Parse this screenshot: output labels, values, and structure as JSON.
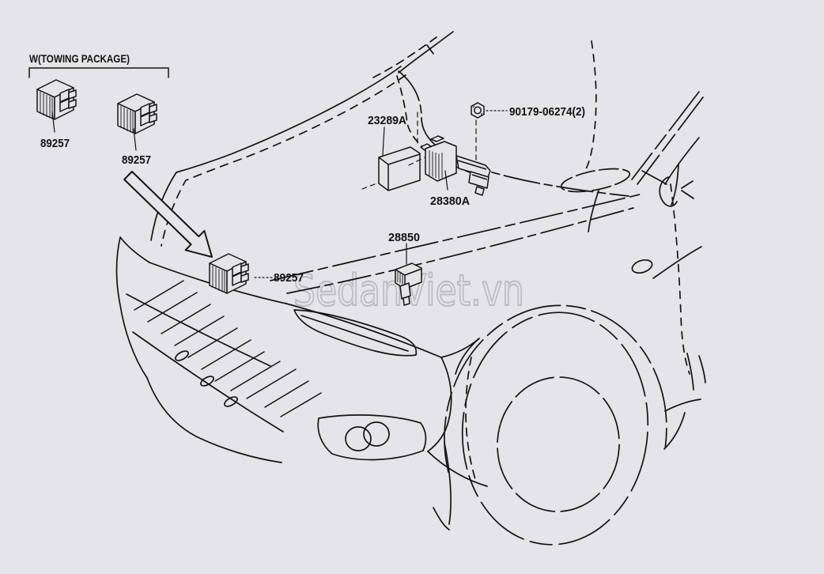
{
  "diagram": {
    "title_note": "W(TOWING PACKAGE)",
    "watermark": "SedanViet.vn",
    "colors": {
      "background": "#e5e4e9",
      "line": "#141414",
      "watermark": "#b6b6bb"
    },
    "part_labels": [
      {
        "id": "relay-towing-1",
        "text": "89257"
      },
      {
        "id": "relay-towing-2",
        "text": "89257"
      },
      {
        "id": "bracket",
        "text": "23289A"
      },
      {
        "id": "nut",
        "text": "90179-06274(2)"
      },
      {
        "id": "amplifier-assy",
        "text": "28380A"
      },
      {
        "id": "sensor",
        "text": "28850"
      },
      {
        "id": "relay-front",
        "text": "89257"
      }
    ]
  }
}
